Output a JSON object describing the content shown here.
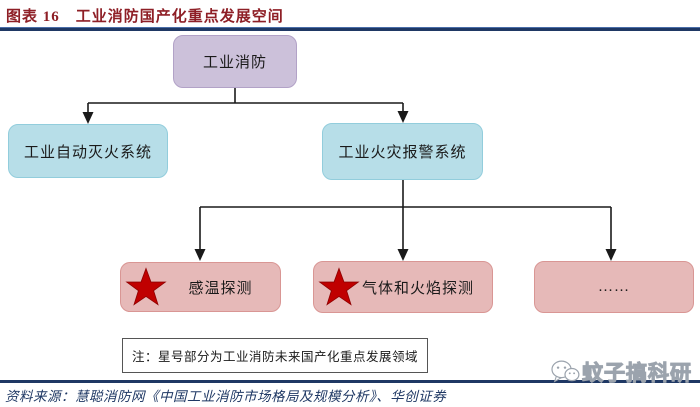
{
  "header": {
    "title": "图表 16　工业消防国产化重点发展空间"
  },
  "chart": {
    "root": {
      "label": "工业消防"
    },
    "level2": [
      {
        "label": "工业自动灭火系统"
      },
      {
        "label": "工业火灾报警系统"
      }
    ],
    "level3": [
      {
        "label": "感温探测",
        "starred": true
      },
      {
        "label": "气体和火焰探测",
        "starred": true
      },
      {
        "label": "……",
        "starred": false
      }
    ],
    "note": "注：星号部分为工业消防未来国产化重点发展领域"
  },
  "footer": {
    "source": "资料来源：慧聪消防网《中国工业消防市场格局及规模分析》、华创证券"
  },
  "watermark": {
    "text": "蚊子搞科研"
  },
  "colors": {
    "title_red": "#8e1f26",
    "rule_navy": "#1f3864",
    "root_fill": "#ccc1da",
    "root_border": "#b2a2c7",
    "level2_fill": "#b7dee8",
    "level2_border": "#92cddc",
    "level3_fill": "#e6b9b8",
    "level3_border": "#d99694",
    "star_red": "#c00000",
    "connector_black": "#1a1a1a"
  }
}
